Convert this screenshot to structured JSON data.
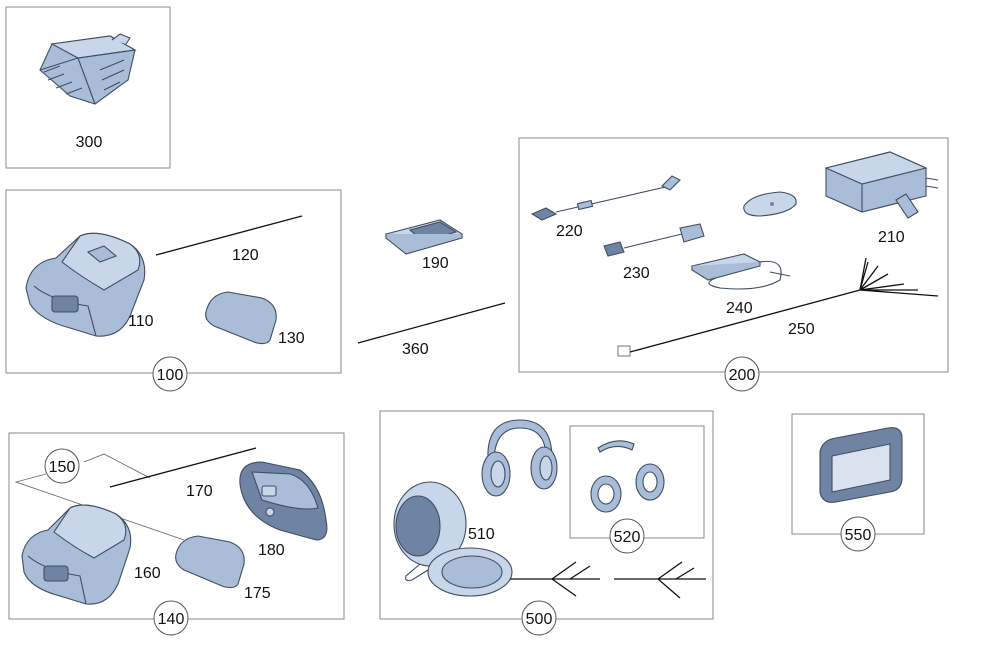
{
  "colors": {
    "part_fill": "#a9bdd8",
    "part_light": "#c8d6ea",
    "part_dark": "#6f84a3",
    "outline": "#3f4d63",
    "frame": "#8a8a8a"
  },
  "labels": {
    "n300": "300",
    "n120": "120",
    "n110": "110",
    "n130": "130",
    "n100": "100",
    "n190": "190",
    "n360": "360",
    "n220": "220",
    "n230": "230",
    "n240": "240",
    "n250": "250",
    "n210": "210",
    "n200": "200",
    "n150": "150",
    "n170": "170",
    "n180": "180",
    "n160": "160",
    "n175": "175",
    "n140": "140",
    "n510": "510",
    "n520": "520",
    "n500": "500",
    "n550": "550"
  }
}
